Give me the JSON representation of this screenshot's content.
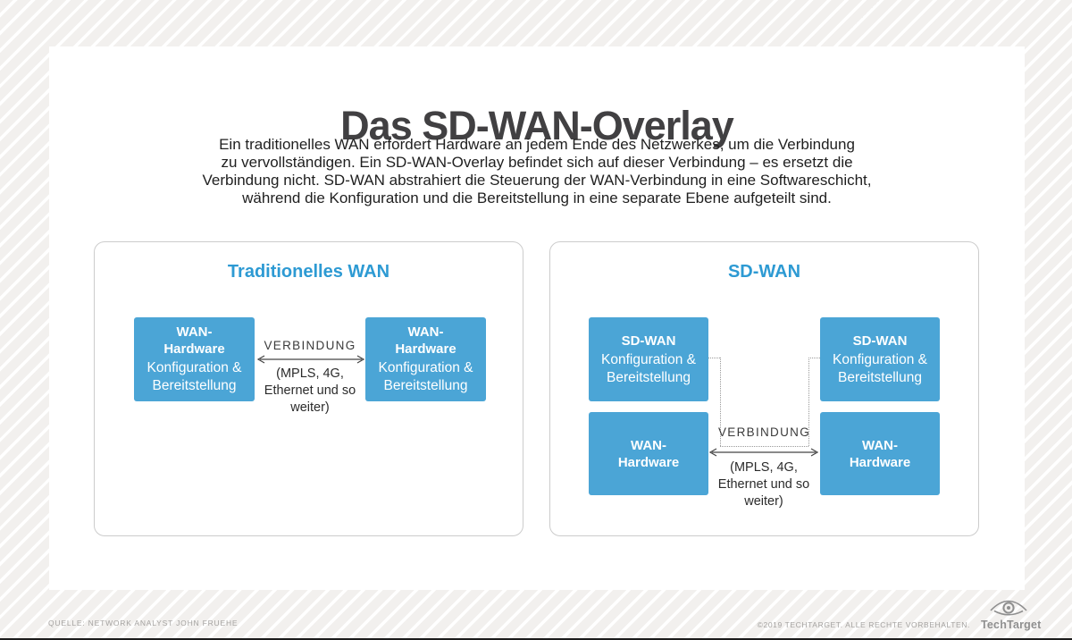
{
  "page": {
    "title": "Das SD-WAN-Overlay",
    "intro_lines": [
      "Ein traditionelles WAN erfordert Hardware an jedem Ende des Netzwerkes, um die Verbindung",
      "zu vervollständigen. Ein SD-WAN-Overlay befindet sich auf dieser Verbindung – es ersetzt die",
      "Verbindung nicht. SD-WAN abstrahiert die Steuerung der WAN-Verbindung in eine Softwareschicht,",
      "während die Konfiguration und die Bereitstellung in eine separate Ebene aufgeteilt sind."
    ]
  },
  "panels": [
    {
      "title": "Traditionelles WAN",
      "boxes": [
        {
          "heading": "WAN-\nHardware",
          "body": "Konfiguration &\nBereitstellung"
        },
        {
          "heading": "WAN-\nHardware",
          "body": "Konfiguration &\nBereitstellung"
        }
      ],
      "connection": {
        "label": "VERBINDUNG",
        "detail": "(MPLS, 4G,\nEthernet und so\nweiter)"
      }
    },
    {
      "title": "SD-WAN",
      "boxes": [
        {
          "heading": "SD-WAN",
          "body": "Konfiguration &\nBereitstellung"
        },
        {
          "heading": "SD-WAN",
          "body": "Konfiguration &\nBereitstellung"
        },
        {
          "heading": "WAN-\nHardware"
        },
        {
          "heading": "WAN-\nHardware"
        }
      ],
      "connection": {
        "label": "VERBINDUNG",
        "detail": "(MPLS, 4G,\nEthernet und so\nweiter)"
      }
    }
  ],
  "footer": {
    "source": "QUELLE: NETWORK ANALYST JOHN FRUEHE",
    "copyright": "©2019 TECHTARGET. ALLE RECHTE VORBEHALTEN.",
    "brand": "TechTarget"
  },
  "colors": {
    "box_blue": "#4BA5D6",
    "panel_heading_blue": "#2D9AD3",
    "title_gray": "#414042"
  }
}
